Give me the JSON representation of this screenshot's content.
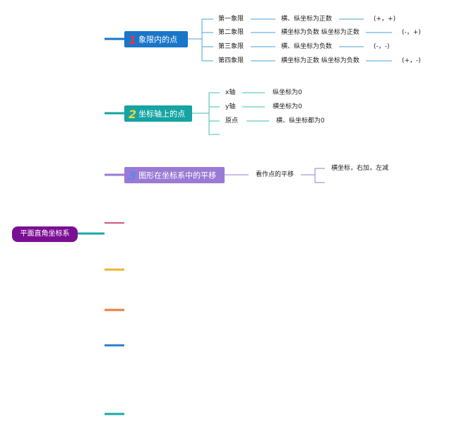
{
  "colors": {
    "root": "#7b0f93",
    "branch1": "#1976c9",
    "branch2": "#15a3a3",
    "branch3": "#9a7ad6",
    "trunk_top": "#1570c4",
    "trunk_bottom": "#19a9a6",
    "pink": "#d25580",
    "yellow": "#e8b52c",
    "orange": "#ea7a3a",
    "blue": "#2a7fc9",
    "teal": "#1aa9a4",
    "num1": "#e0364a",
    "num2": "#f4d13d",
    "num3": "#5b86e8"
  },
  "root": {
    "label": "平面直角坐标系"
  },
  "branches": [
    {
      "number": "1",
      "label": "象限内的点",
      "children": [
        {
          "label": "第一象限",
          "desc": "横、纵坐标为正数",
          "sign": "(+，+)"
        },
        {
          "label": "第二象限",
          "desc": "横坐标为负数 纵坐标为正数",
          "sign": "(-，+)"
        },
        {
          "label": "第三象限",
          "desc": "横、纵坐标为负数",
          "sign": "(-，-)"
        },
        {
          "label": "第四象限",
          "desc": "横坐标为正数 纵坐标为负数",
          "sign": "(+，-)"
        }
      ]
    },
    {
      "number": "2",
      "label": "坐标轴上的点",
      "children": [
        {
          "label": "x轴",
          "desc": "纵坐标为0"
        },
        {
          "label": "y轴",
          "desc": "横坐标为0"
        },
        {
          "label": "原点",
          "desc": "横、纵坐标都为0"
        }
      ]
    },
    {
      "number": "3",
      "label": "图形在坐标系中的平移",
      "children": [
        {
          "label": "看作点的平移",
          "desc": "横坐标，右加，左减"
        }
      ]
    }
  ]
}
